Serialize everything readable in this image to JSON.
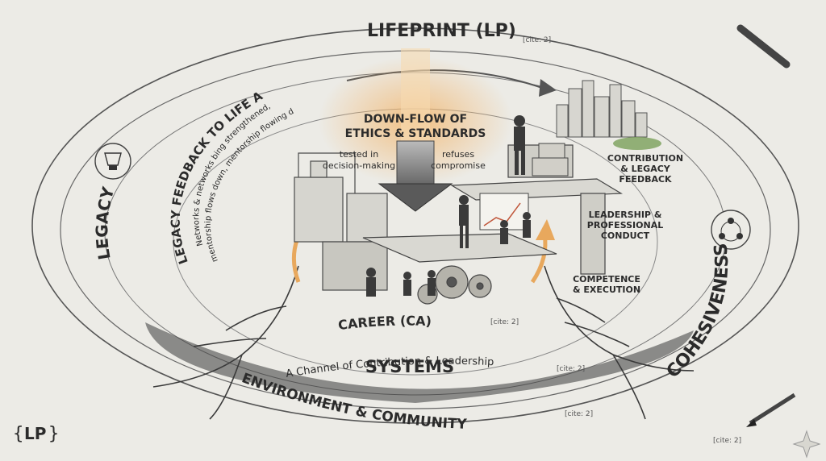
{
  "title": "LIFEPRINT (LP)",
  "cite_label": "[cite: 2]",
  "legacy": "LEGACY",
  "cohesiveness": "COHESIVENESS",
  "legacy_feedback": {
    "title": "LEGACY FEEDBACK TO LIFE AROUND (LA)",
    "line1": "Networks & networks bing strengthened,",
    "line2": "mentorship flows down, mentorship flowing down."
  },
  "downflow": {
    "line1": "DOWN-FLOW OF",
    "line2": "ETHICS & STANDARDS",
    "left_note_1": "tested in",
    "left_note_2": "decision-making",
    "right_note_1": "refuses",
    "right_note_2": "compromise"
  },
  "levels": {
    "contribution": [
      "CONTRIBUTION",
      "& LEGACY",
      "FEEDBACK"
    ],
    "leadership": [
      "LEADERSHIP &",
      "PROFESSIONAL",
      "CONDUCT"
    ],
    "competence": [
      "COMPETENCE",
      "& EXECUTION"
    ]
  },
  "career": "CAREER (CA)",
  "systems": "SYSTEMS",
  "systems_subtitle": "A Channel of Contribution & Leadership",
  "environment": "ENVIRONMENT & COMMUNITY",
  "logo_text": "LP",
  "colors": {
    "paper": "#ecebe6",
    "ink": "#2b2b2b",
    "glow": "#f2b56b",
    "greenery": "#7aa05a"
  }
}
